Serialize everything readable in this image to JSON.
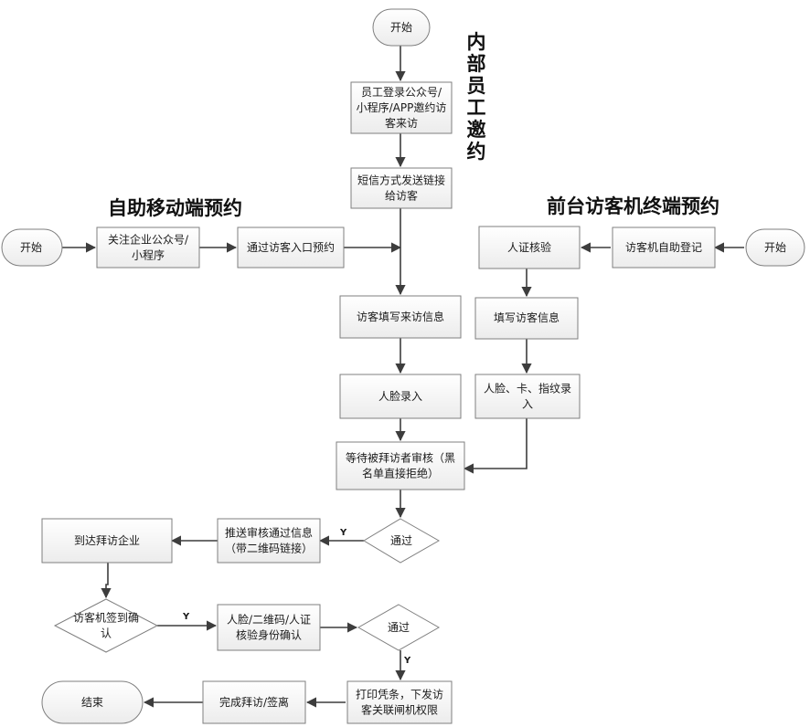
{
  "sections": {
    "mobile": "自助移动端预约",
    "inner": "内部员工邀约",
    "front": "前台访客机终端预约"
  },
  "nodes": {
    "start_inner": [
      "开始"
    ],
    "employee_login": [
      "员工登录公众号/",
      "小程序/APP邀约访",
      "客来访"
    ],
    "sms_link": [
      "短信方式发送链接",
      "给访客"
    ],
    "start_mobile": [
      "开始"
    ],
    "follow_account": [
      "关注企业公众号/",
      "小程序"
    ],
    "visitor_entry": [
      "通过访客入口预约"
    ],
    "fill_info": [
      "访客填写来访信息"
    ],
    "face_entry": [
      "人脸录入"
    ],
    "wait_review": [
      "等待被拜访者审核（黑",
      "名单直接拒绝）"
    ],
    "start_front": [
      "开始"
    ],
    "kiosk_register": [
      "访客机自助登记"
    ],
    "id_verify": [
      "人证核验"
    ],
    "fill_visitor_info": [
      "填写访客信息"
    ],
    "face_card_fp": [
      "人脸、卡、指纹录",
      "入"
    ],
    "pass_1": [
      "通过"
    ],
    "push_info": [
      "推送审核通过信息",
      "（带二维码链接）"
    ],
    "arrive": [
      "到达拜访企业"
    ],
    "kiosk_signin": [
      "访客机签到确",
      "认"
    ],
    "face_qr_verify": [
      "人脸/二维码/人证",
      "核验身份确认"
    ],
    "pass_2": [
      "通过"
    ],
    "print_slip": [
      "打印凭条，下发访",
      "客关联闸机权限"
    ],
    "complete_visit": [
      "完成拜访/签离"
    ],
    "end": [
      "结束"
    ]
  },
  "edge_labels": {
    "yes_1": "Y",
    "yes_2": "Y",
    "yes_3": "Y"
  }
}
